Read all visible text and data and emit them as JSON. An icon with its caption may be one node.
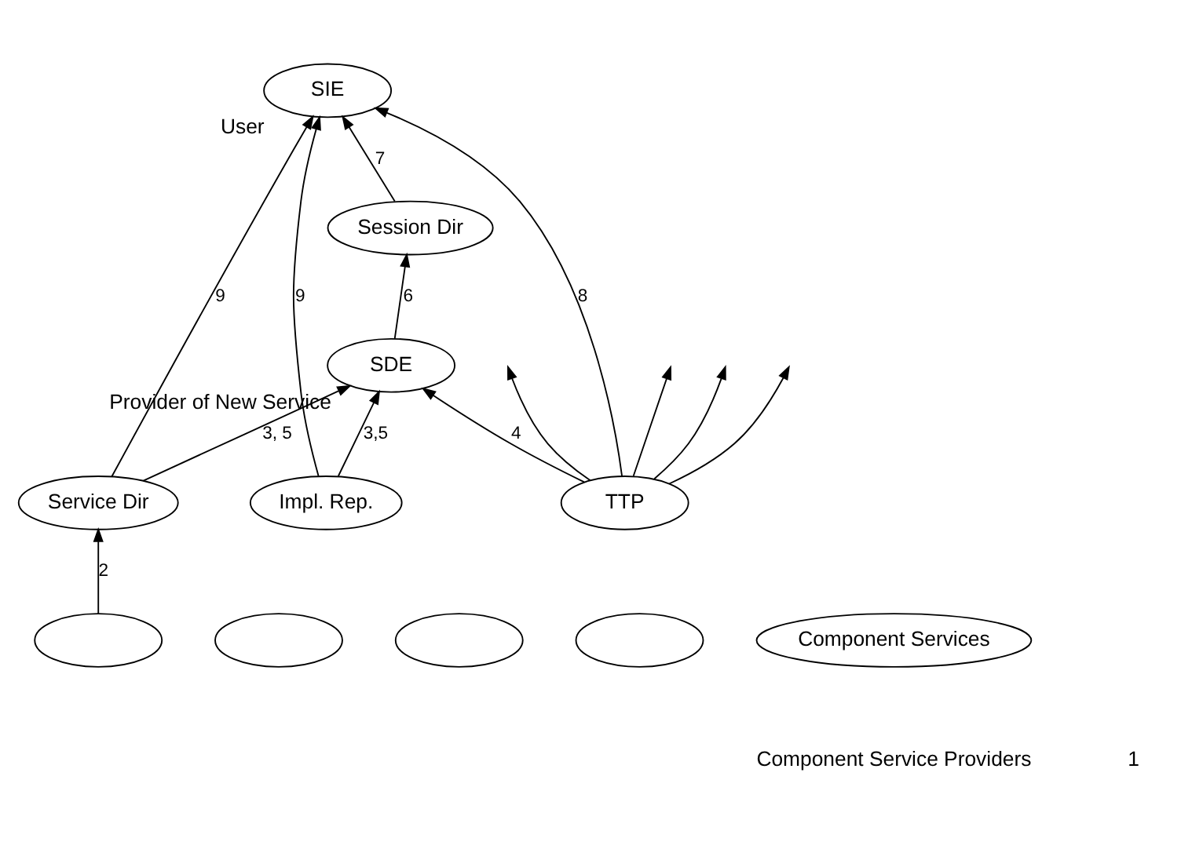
{
  "diagram": {
    "nodes": [
      {
        "text": [
          "SIE"
        ],
        "beside": [
          "User"
        ]
      },
      {
        "text": [
          "Session Dir"
        ]
      },
      {
        "text": [
          "Impl. Rep."
        ]
      },
      {
        "text": [
          "Service Dir"
        ]
      },
      {
        "text": [
          "SDE"
        ],
        "beside": [
          "Provider of New Service"
        ]
      },
      {
        "text": [
          "TTP"
        ]
      },
      {
        "text": [],
        "shape": "ellipse"
      },
      {
        "text": [],
        "shape": "ellipse"
      },
      {
        "text": [],
        "shape": "ellipse"
      },
      {
        "text": [],
        "shape": "ellipse"
      },
      {
        "text": [
          "Component Services"
        ]
      }
    ],
    "edges": [
      {
        "from": 3,
        "to": 0,
        "arrow": "to",
        "label": "9"
      },
      {
        "from": 1,
        "to": 0,
        "arrow": "to",
        "label": "7"
      },
      {
        "from": 2,
        "to": 0,
        "arrow": "to",
        "label": "9"
      },
      {
        "from": 5,
        "to": 0,
        "arrow": "to",
        "label": "8"
      },
      {
        "from": 4,
        "to": 1,
        "arrow": "to",
        "label": "6"
      },
      {
        "from": 2,
        "to": 4,
        "arrow": "to",
        "label": "3,5"
      },
      {
        "from": 3,
        "to": 4,
        "arrow": "to",
        "label": "3, 5"
      },
      {
        "from": 5,
        "to": 4,
        "arrow": "to",
        "label": "4"
      },
      {
        "from": 6,
        "to": 3,
        "arrow": "to",
        "label": "2"
      },
      {
        "from": 5,
        "to": null,
        "arrow": "to"
      },
      {
        "from": 5,
        "to": null,
        "arrow": "to"
      },
      {
        "from": 5,
        "to": null,
        "arrow": "to"
      },
      {
        "from": 5,
        "to": null,
        "arrow": "to"
      }
    ],
    "labels": [
      "1",
      "Component Service Providers"
    ]
  }
}
